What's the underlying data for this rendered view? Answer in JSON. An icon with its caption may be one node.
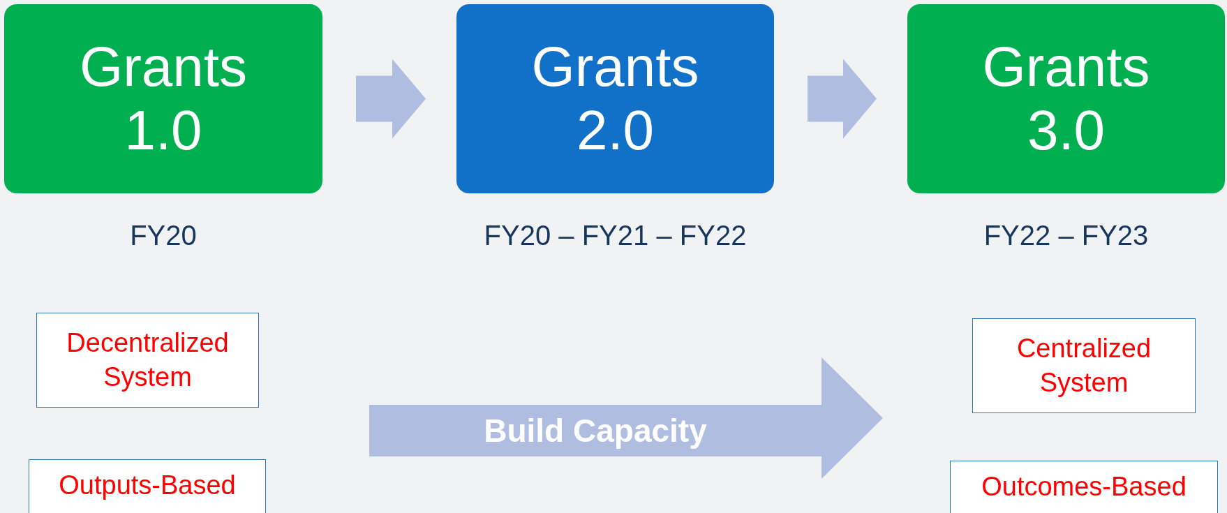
{
  "diagram": {
    "nodes": [
      {
        "text": [
          "Grants 1.0"
        ],
        "beside": [
          "FY20"
        ]
      },
      {
        "text": [
          "Grants 2.0"
        ],
        "beside": [
          "FY20 – FY21 – FY22"
        ]
      },
      {
        "text": [
          "Grants 3.0"
        ],
        "beside": [
          "FY22 – FY23"
        ]
      },
      {
        "text": [
          "Decentralized System"
        ]
      },
      {
        "text": [
          "Outputs-Based"
        ]
      },
      {
        "text": [
          "Build Capacity"
        ]
      },
      {
        "text": [
          "Centralized System"
        ]
      },
      {
        "text": [
          "Outcomes-Based"
        ]
      }
    ],
    "edges": [
      {
        "from": 0,
        "to": 1,
        "arrow": "to"
      },
      {
        "from": 1,
        "to": 2,
        "arrow": "to"
      }
    ]
  }
}
